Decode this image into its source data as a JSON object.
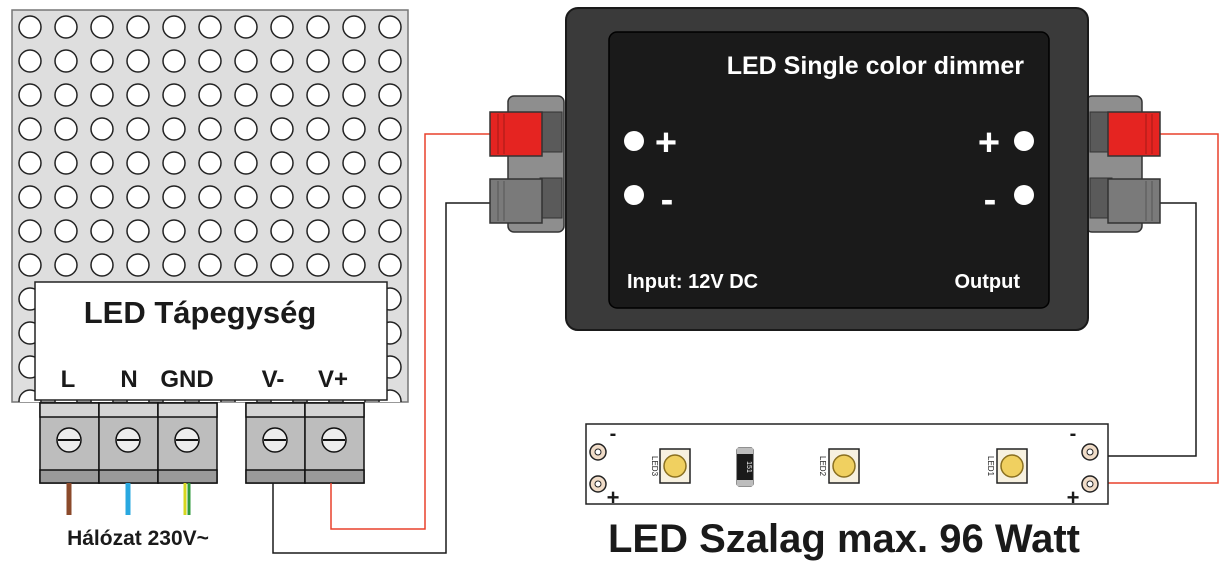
{
  "psu": {
    "title": "LED Tápegység",
    "terminals": [
      "L",
      "N",
      "GND",
      "V-",
      "V+"
    ],
    "mains_label": "Hálózat 230V~"
  },
  "dimmer": {
    "title": "LED Single color dimmer",
    "plus": "+",
    "minus": "-",
    "input_label": "Input: 12V DC",
    "output_label": "Output"
  },
  "strip": {
    "title": "LED Szalag max. 96 Watt",
    "minus": "-",
    "plus": "+",
    "led_labels": [
      "LED3",
      "LED2",
      "LED1"
    ],
    "resistor_label": "151"
  },
  "colors": {
    "wire_red": "#e8412c",
    "wire_black": "#1a1a1a",
    "wire_brown": "#8b4a2b",
    "wire_blue": "#29a8e0",
    "wire_ground_yellow": "#d6d61e",
    "wire_ground_green": "#2e9a3b",
    "dimmer_body": "#3a3a3a",
    "dimmer_panel": "#1a1a1a",
    "connector_red": "#e52421",
    "connector_gray": "#7a7a7a",
    "led_chip": "#f0d060"
  }
}
